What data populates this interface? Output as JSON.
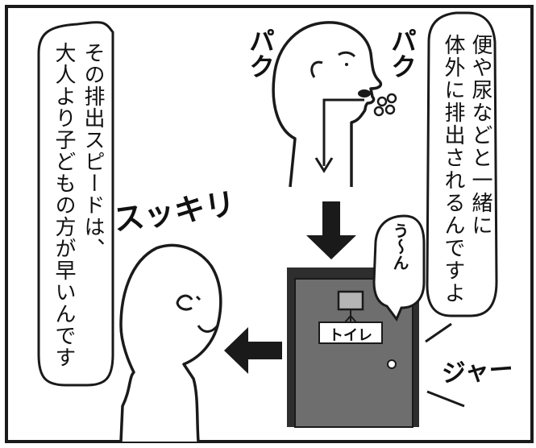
{
  "speech_right": {
    "lines": [
      "便や尿などと一緒に",
      "体外に排出されるんですよ"
    ]
  },
  "speech_left": {
    "lines": [
      "その排出スピードは、",
      "大人より子どもの方が早いんです"
    ]
  },
  "sfx": {
    "paku_left": "パク",
    "paku_right": "パク",
    "sukkiri": "スッキリ",
    "uun": "う〜ん",
    "jaa": "ジャー"
  },
  "door_sign": "トイレ"
}
